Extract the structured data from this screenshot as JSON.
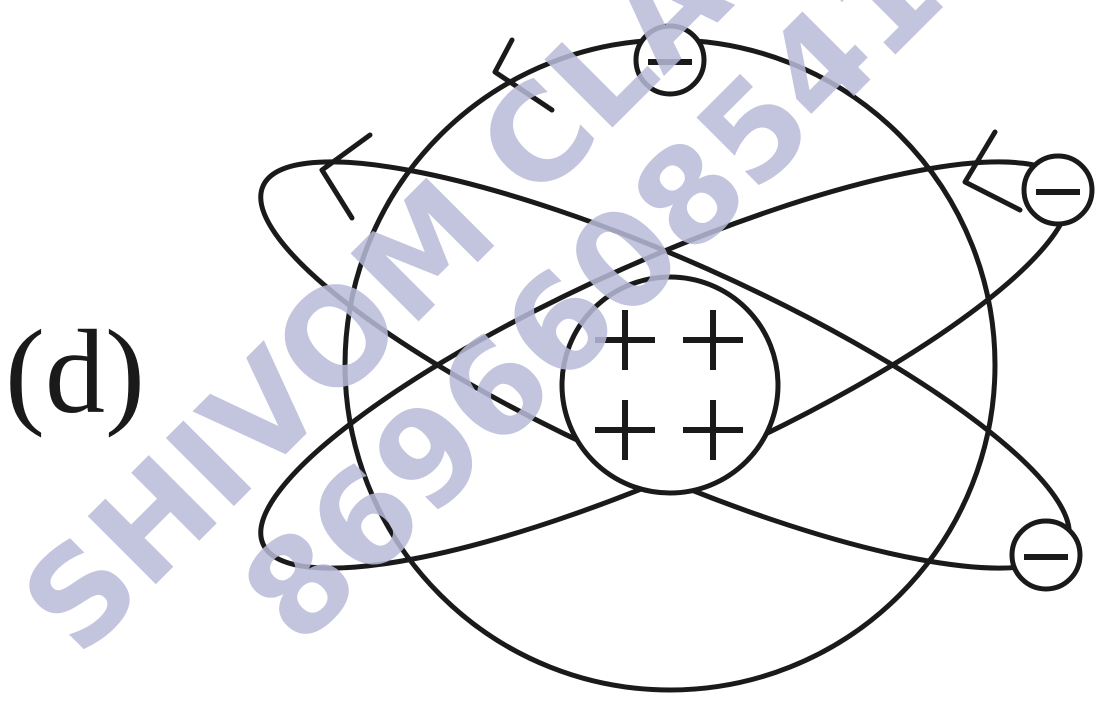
{
  "figure_label": "(d)",
  "watermark": {
    "line1": "SHIVOM CLASSES",
    "line2": "8696608541",
    "color": "#b9bbd9"
  },
  "nucleus": {
    "charges": [
      "+",
      "+",
      "+",
      "+"
    ]
  },
  "electrons": [
    {
      "sign": "−"
    },
    {
      "sign": "−"
    },
    {
      "sign": "−"
    }
  ],
  "colors": {
    "ink": "#1a1a1a",
    "background": "#ffffff"
  }
}
